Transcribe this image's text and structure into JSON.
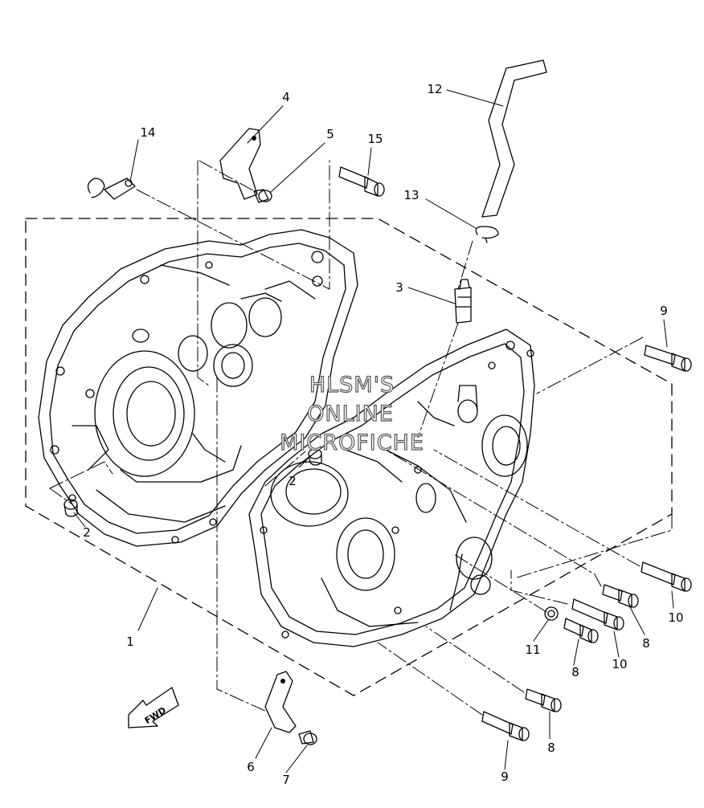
{
  "diagram": {
    "callouts": [
      {
        "id": "c1",
        "label": "1"
      },
      {
        "id": "c2a",
        "label": "2"
      },
      {
        "id": "c2b",
        "label": "2"
      },
      {
        "id": "c3",
        "label": "3"
      },
      {
        "id": "c4",
        "label": "4"
      },
      {
        "id": "c5",
        "label": "5"
      },
      {
        "id": "c6",
        "label": "6"
      },
      {
        "id": "c7",
        "label": "7"
      },
      {
        "id": "c8a",
        "label": "8"
      },
      {
        "id": "c8b",
        "label": "8"
      },
      {
        "id": "c8c",
        "label": "8"
      },
      {
        "id": "c9a",
        "label": "9"
      },
      {
        "id": "c9b",
        "label": "9"
      },
      {
        "id": "c10a",
        "label": "10"
      },
      {
        "id": "c10b",
        "label": "10"
      },
      {
        "id": "c11",
        "label": "11"
      },
      {
        "id": "c12",
        "label": "12"
      },
      {
        "id": "c13",
        "label": "13"
      },
      {
        "id": "c14",
        "label": "14"
      },
      {
        "id": "c15",
        "label": "15"
      }
    ],
    "fwd_arrow": {
      "label": "FWD"
    },
    "watermark": {
      "lines": [
        "HLSM'S",
        "ONLINE",
        "MICROFICHE"
      ]
    }
  }
}
